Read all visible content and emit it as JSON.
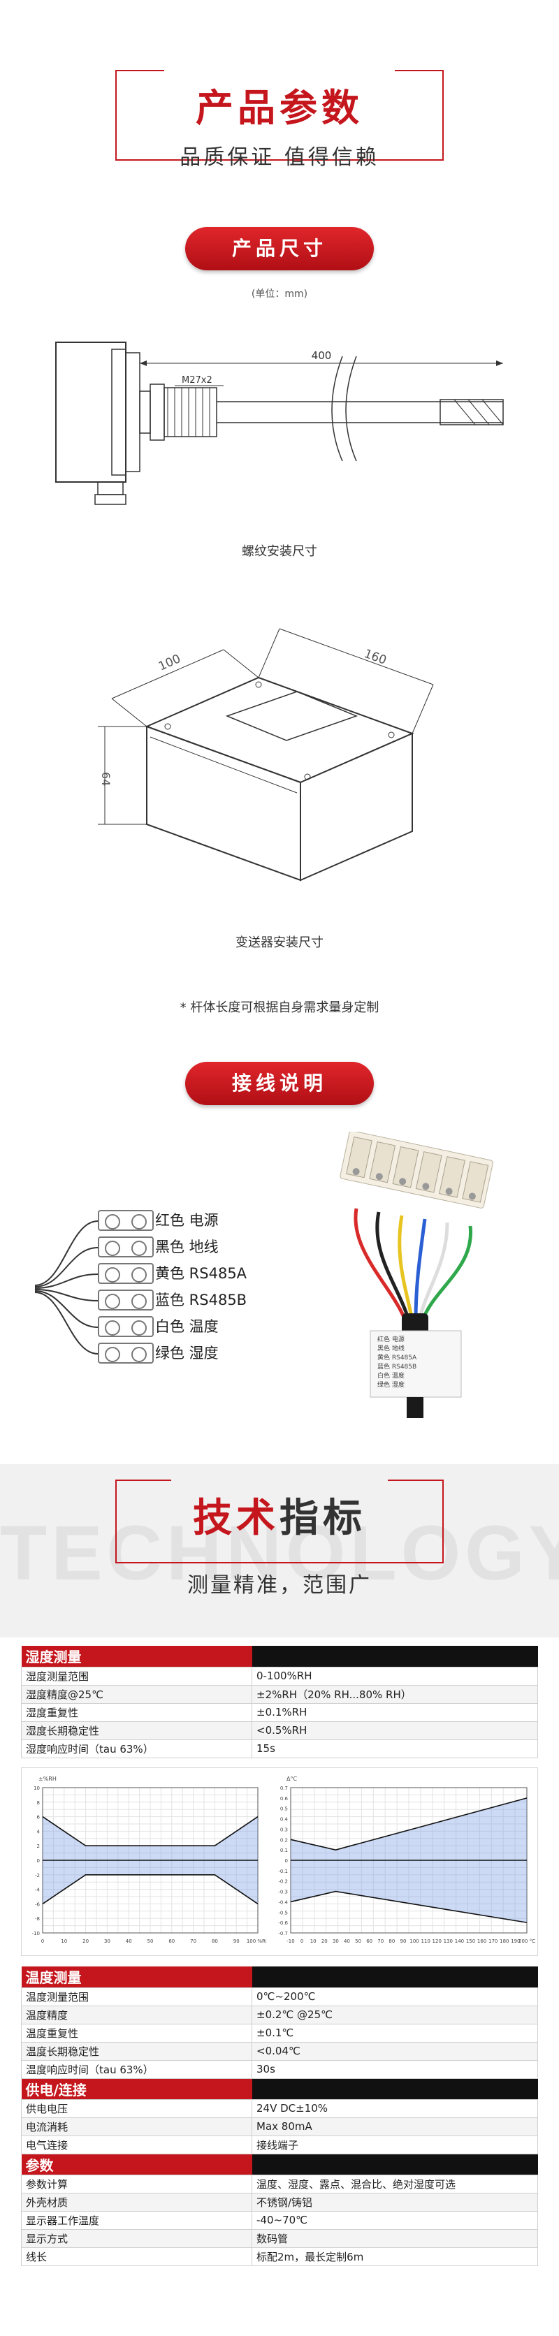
{
  "header": {
    "title": "产品参数",
    "subtitle": "品质保证 值得信赖"
  },
  "dimensions": {
    "pill_label": "产品尺寸",
    "unit_note": "(单位：mm)",
    "probe_length": "400",
    "thread_label": "M27x2",
    "probe_caption": "螺纹安装尺寸",
    "box_w": "100",
    "box_l": "160",
    "box_h": "64",
    "box_caption": "变送器安装尺寸",
    "custom_note": "* 杆体长度可根据自身需求量身定制"
  },
  "wiring": {
    "pill_label": "接线说明",
    "rows": [
      {
        "label": "红色  电源",
        "color": "#d92a2a"
      },
      {
        "label": "黑色  地线",
        "color": "#222222"
      },
      {
        "label": "黄色  RS485A",
        "color": "#e8c420"
      },
      {
        "label": "蓝色  RS485B",
        "color": "#2b5fd4"
      },
      {
        "label": "白色  温度",
        "color": "#dddddd"
      },
      {
        "label": "绿色  湿度",
        "color": "#2ea84a"
      }
    ],
    "tag_lines": [
      "红色  电源",
      "黑色  地线",
      "黄色  RS485A",
      "蓝色  RS485B",
      "白色  温度",
      "绿色  湿度"
    ]
  },
  "tech": {
    "watermark": "TECHNOLOGY",
    "title_a": "技术",
    "title_b": "指标",
    "subtitle": "测量精准，范围广"
  },
  "humidity": {
    "section": "湿度测量",
    "rows": [
      {
        "k": "湿度测量范围",
        "v": "0-100%RH"
      },
      {
        "k": "湿度精度@25℃",
        "v": "±2%RH（20% RH...80% RH）"
      },
      {
        "k": "湿度重复性",
        "v": "±0.1%RH"
      },
      {
        "k": "湿度长期稳定性",
        "v": "<0.5%RH"
      },
      {
        "k": "湿度响应时间（tau 63%）",
        "v": "15s"
      }
    ]
  },
  "temperature": {
    "section": "温度测量",
    "rows": [
      {
        "k": "温度测量范围",
        "v": "0℃~200℃"
      },
      {
        "k": "温度精度",
        "v": "±0.2℃  @25℃"
      },
      {
        "k": "温度重复性",
        "v": "±0.1℃"
      },
      {
        "k": "温度长期稳定性",
        "v": "<0.04℃"
      },
      {
        "k": "温度响应时间（tau 63%）",
        "v": "30s"
      }
    ]
  },
  "power": {
    "section": "供电/连接",
    "rows": [
      {
        "k": "供电电压",
        "v": "24V DC±10%"
      },
      {
        "k": "电流消耗",
        "v": "Max 80mA"
      },
      {
        "k": "电气连接",
        "v": "接线端子"
      }
    ]
  },
  "params": {
    "section": "参数",
    "rows": [
      {
        "k": "参数计算",
        "v": "温度、湿度、露点、混合比、绝对湿度可选"
      },
      {
        "k": "外壳材质",
        "v": "不锈钢/铸铝"
      },
      {
        "k": "显示器工作温度",
        "v": "-40~70℃"
      },
      {
        "k": "显示方式",
        "v": "数码管"
      },
      {
        "k": "线长",
        "v": "标配2m，最长定制6m"
      }
    ]
  },
  "chart_data": [
    {
      "type": "area",
      "x": [
        0,
        10,
        20,
        30,
        40,
        50,
        60,
        70,
        80,
        90,
        100
      ],
      "series": [
        {
          "values": [
            6,
            4,
            2,
            2,
            2,
            2,
            2,
            2,
            2,
            4,
            6
          ]
        },
        {
          "values": [
            -6,
            -4,
            -2,
            -2,
            -2,
            -2,
            -2,
            -2,
            -2,
            -4,
            -6
          ]
        }
      ],
      "xlim": [
        0,
        100
      ],
      "ylim": [
        -10,
        10
      ],
      "ylabel": "±%RH",
      "xlabel": "%RH",
      "xticks": [
        "0",
        "10",
        "20",
        "30",
        "40",
        "50",
        "60",
        "70",
        "80",
        "90",
        "100 %RH"
      ],
      "yticks": [
        "10",
        "8",
        "6",
        "4",
        "2",
        "0",
        "-2",
        "-4",
        "-6",
        "-8",
        "-10"
      ],
      "grid": true
    },
    {
      "type": "area",
      "x": [
        -10,
        30,
        200
      ],
      "series": [
        {
          "values": [
            0.2,
            0.1,
            0.6
          ]
        },
        {
          "values": [
            -0.4,
            -0.3,
            -0.6
          ]
        }
      ],
      "xlim": [
        -10,
        200
      ],
      "ylim": [
        -0.7,
        0.7
      ],
      "ylabel": "Δ°C",
      "xticks": [
        "-10",
        "0",
        "10",
        "20",
        "30",
        "40",
        "50",
        "60",
        "70",
        "80",
        "90",
        "100",
        "110",
        "120",
        "130",
        "140",
        "150",
        "160",
        "170",
        "180",
        "190",
        "200 °C"
      ],
      "yticks": [
        "0.7",
        "0.6",
        "0.5",
        "0.4",
        "0.3",
        "0.2",
        "0.1",
        "0",
        "-0.1",
        "-0.2",
        "-0.3",
        "-0.4",
        "-0.5",
        "-0.6",
        "-0.7"
      ],
      "grid": true
    }
  ]
}
